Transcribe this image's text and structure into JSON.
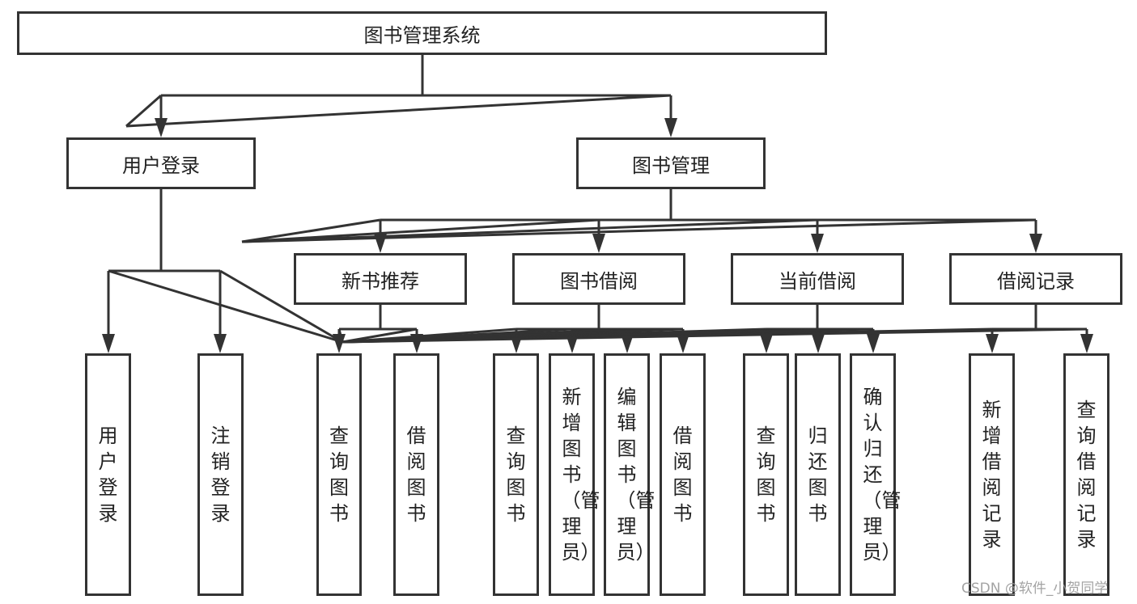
{
  "root": {
    "label": "图书管理系统"
  },
  "level1": [
    {
      "label": "用户登录",
      "children": [
        "用户登录",
        "注销登录"
      ]
    },
    {
      "label": "图书管理"
    }
  ],
  "level2": [
    {
      "label": "新书推荐",
      "children": [
        "查询图书",
        "借阅图书"
      ]
    },
    {
      "label": "图书借阅",
      "children": [
        "查询图书",
        "新增图书（管理员）",
        "编辑图书（管理员）",
        "借阅图书"
      ]
    },
    {
      "label": "当前借阅",
      "children": [
        "查询图书",
        "归还图书",
        "确认归还（管理员）"
      ]
    },
    {
      "label": "借阅记录",
      "children": [
        "新增借阅记录",
        "查询借阅记录"
      ]
    }
  ],
  "watermark": "CSDN @软件_小贺同学",
  "colors": {
    "line": "#333333",
    "box_border": "#333333",
    "text": "#222222"
  }
}
